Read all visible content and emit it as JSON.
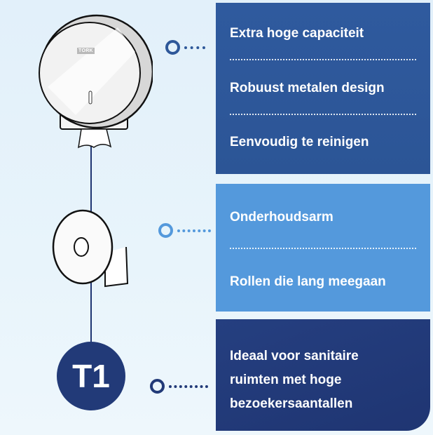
{
  "brand": "TORK",
  "panel1": {
    "items": [
      "Extra hoge capaciteit",
      "Robuust metalen design",
      "Eenvoudig te reinigen"
    ]
  },
  "panel2": {
    "items": [
      "Onderhoudsarm",
      "Rollen die lang meegaan"
    ]
  },
  "panel3": {
    "lines": [
      "Ideaal voor sanitaire",
      "ruimten met hoge",
      "bezoekersaantallen"
    ]
  },
  "badge": {
    "label": "T1"
  },
  "colors": {
    "panel1": "#2e5899",
    "panel2": "#5499dc",
    "panel3": "#223a78",
    "background": "#e4f1fa"
  }
}
